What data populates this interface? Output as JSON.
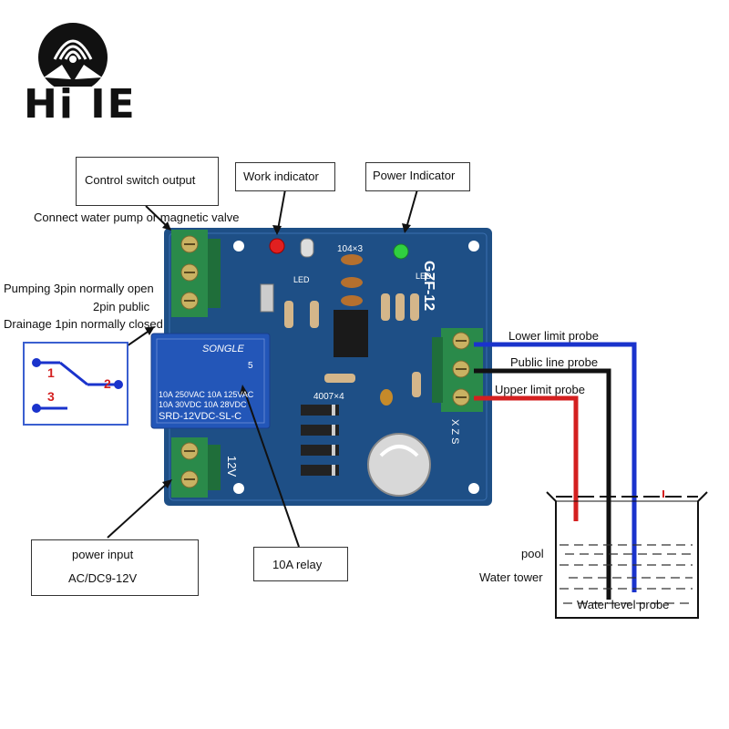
{
  "logo": {
    "text": "Hi IE"
  },
  "callouts": {
    "control_switch": "Control switch output",
    "work_indicator": "Work indicator",
    "power_indicator": "Power Indicator",
    "power_input_title": "power input",
    "power_input_spec": "AC/DC9-12V",
    "relay": "10A relay"
  },
  "labels": {
    "connect_pump": "Connect water pump or magnetic valve",
    "pin3": "Pumping 3pin normally open",
    "pin2": "2pin public",
    "pin1": "Drainage 1pin normally closed",
    "lower_probe": "Lower limit probe",
    "public_probe": "Public line probe",
    "upper_probe": "Upper limit probe",
    "pool": "pool",
    "water_tower": "Water tower",
    "level_probe": "Water level probe"
  },
  "board": {
    "model": "GZF-12",
    "relay_brand": "SONGLE",
    "relay_rating1": "10A 250VAC  10A 125VAC",
    "relay_rating2": "10A 30VDC   10A 28VDC",
    "relay_model": "SRD-12VDC-SL-C",
    "relay_pin": "5",
    "diode_label": "4007×4",
    "cap_label": "104×3",
    "voltage_label": "12V",
    "led_label": "LED",
    "term_letters": "X Z S"
  },
  "switch_diagram": {
    "pin1": "1",
    "pin2": "2",
    "pin3": "3"
  },
  "colors": {
    "board": "#1e4f86",
    "wire_blue": "#1a33cc",
    "wire_red": "#d42020",
    "wire_black": "#111111",
    "terminal": "#2a8a4a"
  }
}
